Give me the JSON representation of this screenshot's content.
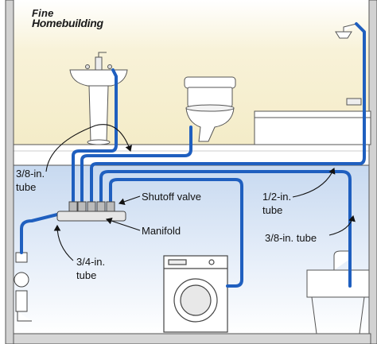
{
  "logo": {
    "line1": "Fine",
    "line2": "Homebuilding"
  },
  "labels": {
    "tube_38_left_size": "3/8-in.",
    "tube_38_left_word": "tube",
    "shutoff_valve": "Shutoff valve",
    "manifold": "Manifold",
    "tube_34_size": "3/4-in.",
    "tube_34_word": "tube",
    "tube_12_size": "1/2-in.",
    "tube_12_word": "tube",
    "tube_38_right": "3/8-in. tube"
  },
  "colors": {
    "pipe_blue": "#1f5fbf",
    "wall_cream": "#f6f0d2",
    "floor_blue": "#cfdff2",
    "structure_gray": "#cccccc"
  },
  "fixtures": [
    "pedestal-sink",
    "toilet",
    "bathtub",
    "shower-head",
    "washing-machine",
    "utility-sink",
    "water-heater-valve"
  ]
}
